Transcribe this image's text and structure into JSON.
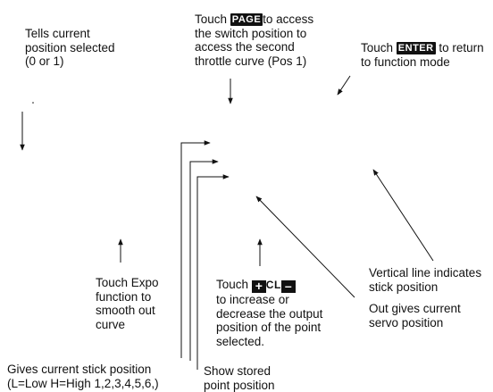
{
  "annotations": {
    "position_selected": [
      "Tells current",
      "position selected",
      "(0 or 1)"
    ],
    "page_key": {
      "pre": "Touch",
      "key": "PAGE",
      "post": "to access",
      "lines": [
        "the switch position to",
        "access the second",
        "throttle curve (Pos 1)"
      ]
    },
    "enter_key": {
      "pre": "Touch",
      "key": "ENTER",
      "post": "to return",
      "lines": [
        "to function mode"
      ]
    },
    "expo": [
      "Touch Expo",
      "function to",
      "smooth out",
      "curve"
    ],
    "plus_cl_minus": {
      "pre": "Touch",
      "plus": "+",
      "cl": "CL",
      "minus": "–",
      "lines": [
        "to increase or",
        "decrease the output",
        "position of the point",
        "selected."
      ]
    },
    "vertical_line": [
      "Vertical line indicates",
      "stick position"
    ],
    "out_value": [
      "Out gives current",
      "servo position"
    ],
    "stick_position": [
      "Gives current stick position",
      "(L=Low  H=High 1,2,3,4,5,6,)"
    ],
    "stored_point": [
      "Show stored",
      "point position"
    ]
  }
}
